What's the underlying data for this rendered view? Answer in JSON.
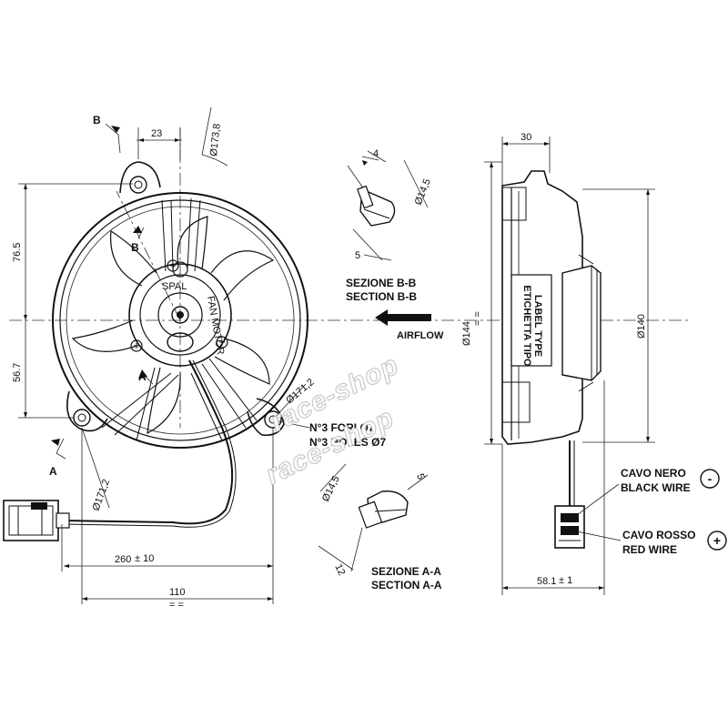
{
  "colors": {
    "ink": "#111111",
    "watermark_stroke": "#c9c9c9",
    "background": "#ffffff"
  },
  "watermark": {
    "line1": "race-shop",
    "line2": "race-shop"
  },
  "front_view": {
    "dim_23": "23",
    "dim_dia_173_8": "Ø173,8",
    "dim_76_5": "76.5",
    "dim_56_7": "56.7",
    "dim_dia_171_2_inner": "Ø171,2",
    "dim_dia_171_2_outer": "Ø171,2",
    "dim_260": "260",
    "dim_260_tol": "± 10",
    "dim_110": "110",
    "dim_110_sym": "= =",
    "section_b_mark_top": "B",
    "section_b_mark_inner": "B",
    "section_a_mark_inner": "A",
    "section_a_mark_outer": "A",
    "holes_it": "N°3 FORI Ø7",
    "holes_en": "N°3 HOLES Ø7",
    "hub_brand": "SPAL",
    "hub_text": "FAN MOTOR"
  },
  "section_b": {
    "dim_4": "4",
    "dim_dia_14_5": "Ø14,5",
    "dim_5": "5",
    "title_it": "SEZIONE B-B",
    "title_en": "SECTION B-B"
  },
  "airflow": {
    "label": "AIRFLOW"
  },
  "section_a": {
    "dim_dia_14_5": "Ø14,5",
    "dim_5": "5",
    "dim_12": "12",
    "title_it": "SEZIONE A-A",
    "title_en": "SECTION A-A"
  },
  "side_view": {
    "dim_30": "30",
    "dim_dia_144": "Ø144",
    "dim_dia_144_sym": "= =",
    "dim_dia_140": "Ø140",
    "label_type_it": "ETICHETTA TIPO",
    "label_type_en": "LABEL TYPE",
    "dim_58_1": "58.1",
    "dim_58_1_tol": "± 1"
  },
  "wires": {
    "black_it": "CAVO NERO",
    "black_en": "BLACK WIRE",
    "black_sign": "-",
    "red_it": "CAVO ROSSO",
    "red_en": "RED WIRE",
    "red_sign": "+"
  }
}
